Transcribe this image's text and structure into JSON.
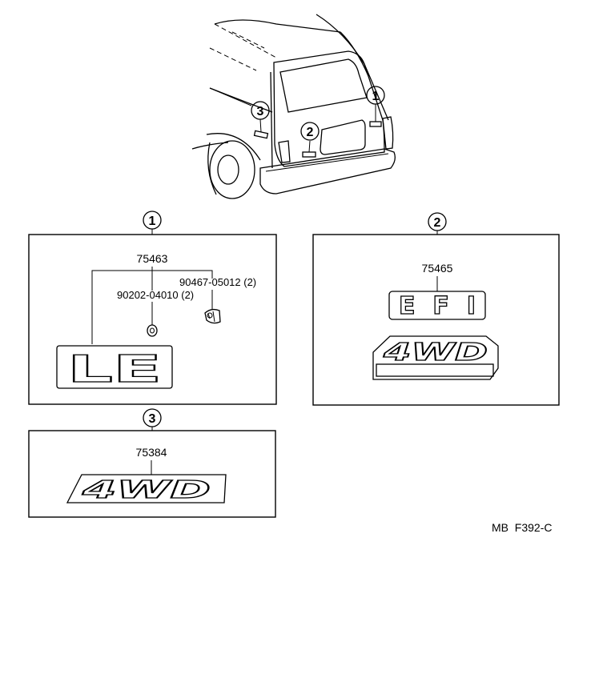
{
  "callouts": [
    "1",
    "2",
    "3"
  ],
  "panel1": {
    "part_emblem": "75463",
    "part_nut": "90467-05012 (2)",
    "part_grommet": "90202-04010 (2)",
    "emblem_text": "LE"
  },
  "panel2": {
    "part_emblem": "75465",
    "emblem_efi_text": "EFI",
    "emblem_4wd_text": "4WD",
    "emblem_efi_small_text": "E F I"
  },
  "panel3": {
    "part_emblem": "75384",
    "emblem_4wd_text": "4WD"
  },
  "figure_code": "MB  F392-C"
}
